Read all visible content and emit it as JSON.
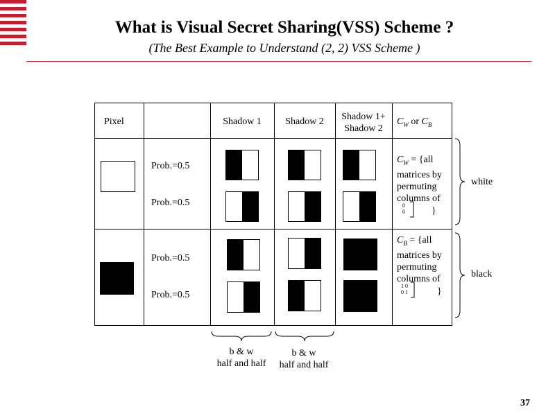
{
  "slide": {
    "title": "What is Visual Secret Sharing(VSS) Scheme ?",
    "subtitle": "(The Best Example to Understand (2, 2) VSS Scheme )",
    "page_number": "37"
  },
  "table": {
    "headers": {
      "pixel": "Pixel",
      "shadow1": "Shadow 1",
      "shadow2": "Shadow 2",
      "stack_line1": "Shadow 1+",
      "stack_line2": "Shadow 2",
      "cw": "C",
      "cw_sub": "W",
      "or": " or ",
      "cb": "C",
      "cb_sub": "B"
    },
    "prob_labels": [
      "Prob.=0.5",
      "Prob.=0.5",
      "Prob.=0.5",
      "Prob.=0.5"
    ],
    "white_row": {
      "c": "C",
      "c_sub": "W",
      "desc": "= {all matrices by permuting columns of",
      "close": "}",
      "matrix_row1": "0",
      "matrix_row2": "0"
    },
    "black_row": {
      "c": "C",
      "c_sub": "B",
      "desc": "= {all matrices by permuting columns of",
      "close": "}",
      "matrix_row1": "1 0",
      "matrix_row2": "0 1"
    }
  },
  "side_labels": {
    "white": "white",
    "black": "black"
  },
  "bottom_labels": {
    "left_line1": "b & w",
    "left_line2": "half and half",
    "right_line1": "b & w",
    "right_line2": "half and half"
  },
  "colors": {
    "accent": "#c0202f"
  }
}
